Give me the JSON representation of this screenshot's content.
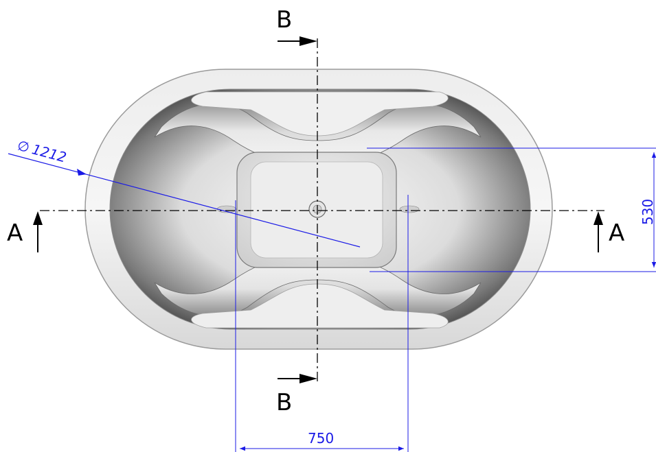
{
  "sections": {
    "a_left": "A",
    "a_right": "A",
    "b_top": "B",
    "b_bottom": "B"
  },
  "dimensions": {
    "diameter_symbol": "∅",
    "diameter_value": "1212",
    "height_value": "530",
    "width_value": "750"
  },
  "colors": {
    "dimension": "#1a1ae6",
    "centerline": "#000000",
    "tub_shell": "#e9e9e9",
    "tub_shadow": "#4a4a4a"
  }
}
